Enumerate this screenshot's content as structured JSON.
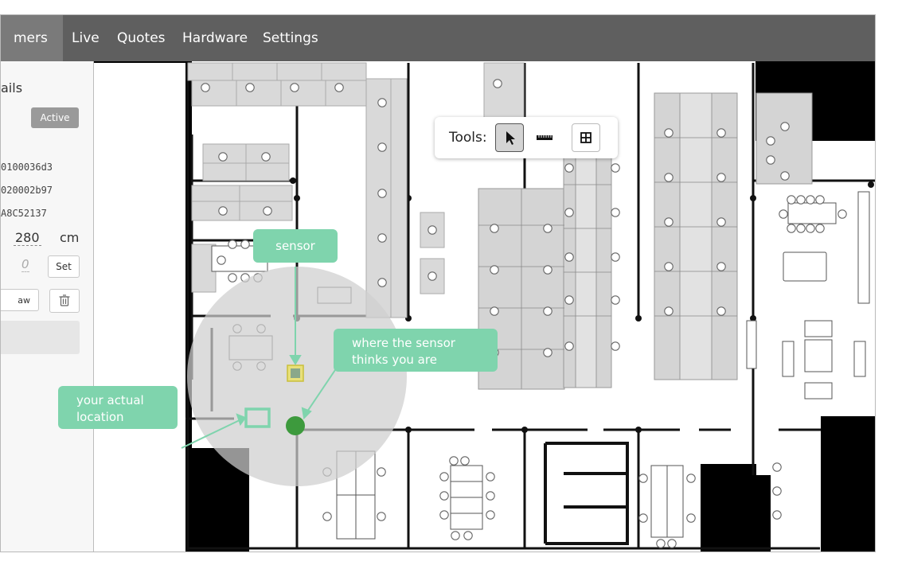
{
  "nav": {
    "items": [
      {
        "label": "mers",
        "active": true
      },
      {
        "label": "Live"
      },
      {
        "label": "Quotes"
      },
      {
        "label": "Hardware"
      },
      {
        "label": "Settings"
      }
    ]
  },
  "panel": {
    "title": "ails",
    "status": "Active",
    "ids": [
      "0100036d3",
      "020002b97",
      "A8C52137"
    ],
    "distance_value": "280",
    "distance_unit": "cm",
    "offset_placeholder": "0",
    "set_label": "Set",
    "draw_label": "aw",
    "trash_icon": "trash-icon"
  },
  "toolbar": {
    "label": "Tools:",
    "tools": [
      {
        "icon": "pointer-icon",
        "selected": true
      },
      {
        "icon": "ruler-icon"
      },
      {
        "icon": "grid-icon"
      }
    ]
  },
  "callouts": {
    "sensor": "sensor",
    "estimate_line1": "where the sensor",
    "estimate_line2": "thinks you are",
    "actual_line1": "your actual",
    "actual_line2": "location"
  },
  "colors": {
    "nav_bg": "#5f5f5f",
    "callout": "#7fd4ad",
    "estimate_dot": "#3d9a3d",
    "sensor_marker": "#e8e07a",
    "range_circle": "#d0d0d0"
  }
}
